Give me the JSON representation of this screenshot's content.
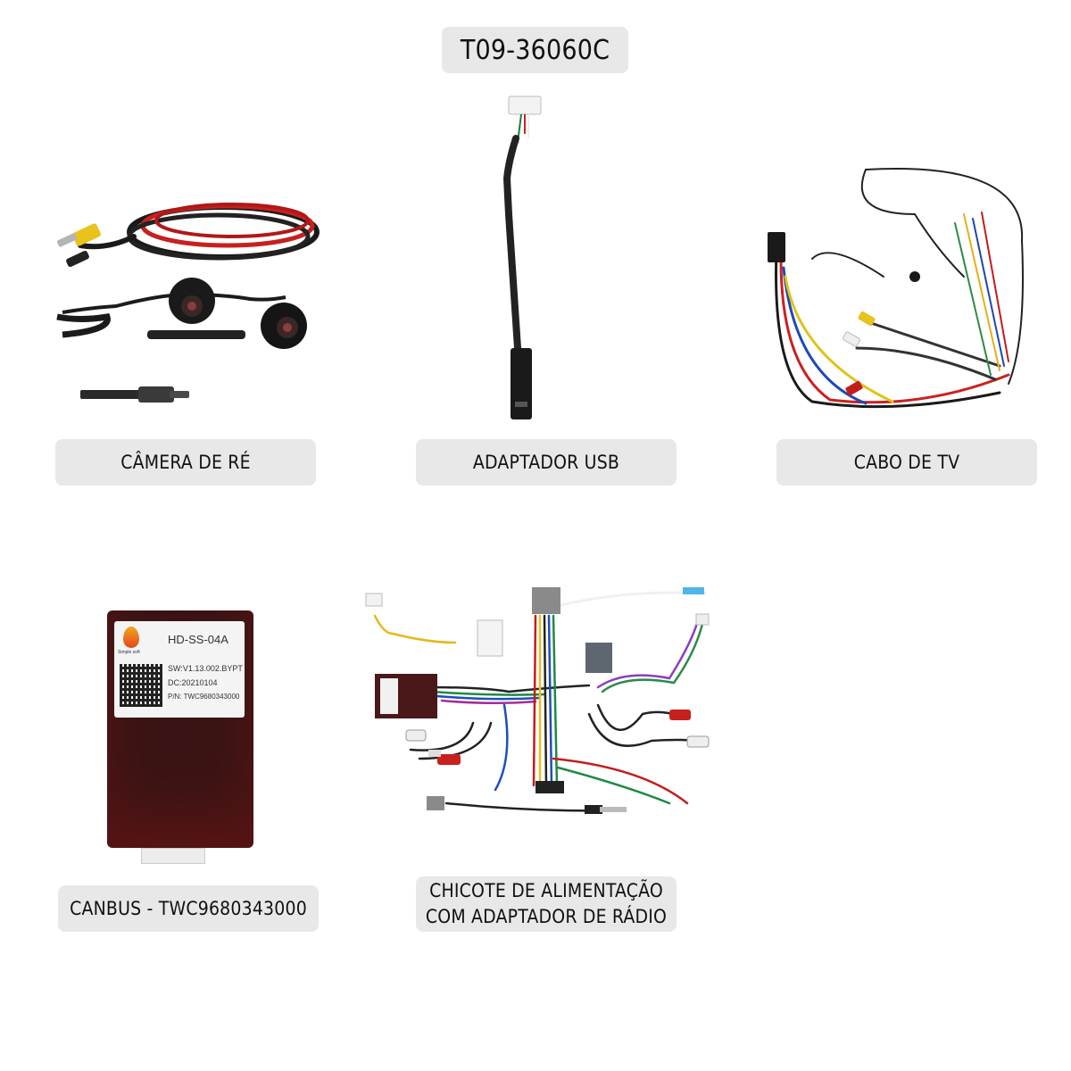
{
  "title": "T09-36060C",
  "products": [
    {
      "label": "CÂMERA DE RÉ",
      "icon": "rear-camera-kit"
    },
    {
      "label": "ADAPTADOR USB",
      "icon": "usb-adapter-cable"
    },
    {
      "label": "CABO DE TV",
      "icon": "tv-cable-harness"
    },
    {
      "label": "CANBUS - TWC9680343000",
      "icon": "canbus-module"
    },
    {
      "label_lines": [
        "CHICOTE DE ALIMENTAÇÃO",
        "COM ADAPTADOR DE RÁDIO"
      ],
      "icon": "power-harness-radio-adapter"
    }
  ],
  "canbus_module": {
    "brand": "Simple soft",
    "model": "HD-SS-04A",
    "sw": "SW:V1.13.002.BYPT",
    "dc": "DC:20210104",
    "pn": "P/N: TWC9680343000"
  },
  "colors": {
    "pill_bg": "#e8e8e8",
    "module_body": "#3a1414",
    "wire_red": "#c8201e",
    "wire_yellow": "#f2c21a"
  }
}
